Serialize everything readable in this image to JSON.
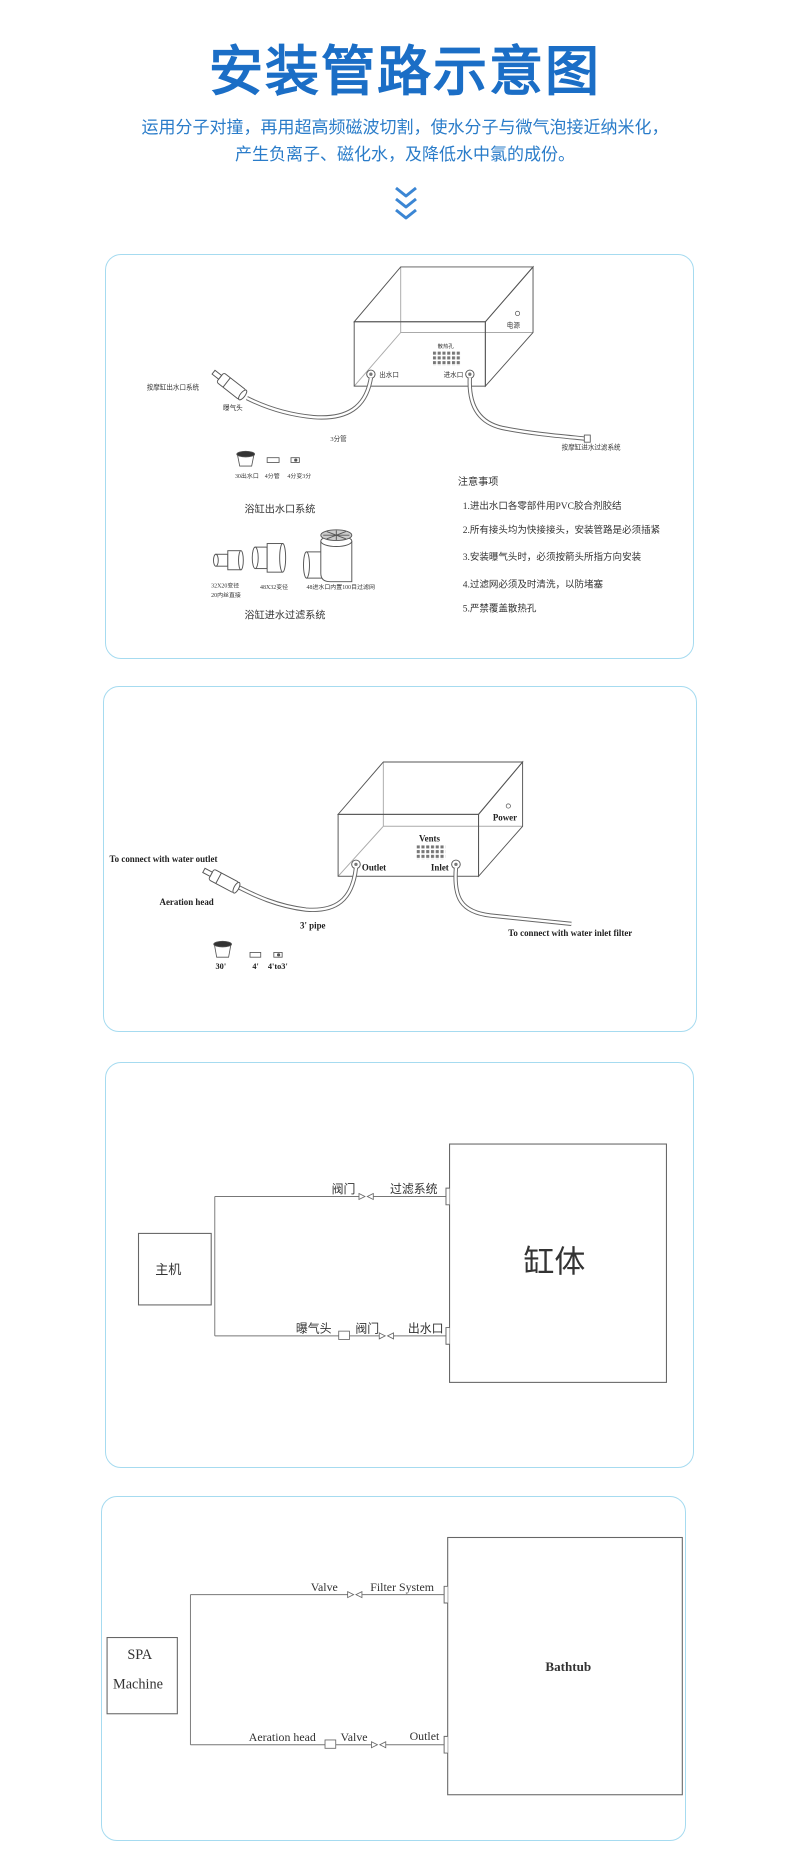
{
  "colors": {
    "accent": "#1b6ec6",
    "subtitle": "#2a7cc9",
    "panel_border": "#a6dbf0"
  },
  "icons": {
    "scroll_hint": "triple-chevron-down-icon",
    "valve": "valve-icon"
  },
  "header": {
    "title": "安装管路示意图",
    "subtitle_lines": [
      "运用分子对撞，再用超高频磁波切割，使水分子与微气泡接近纳米化，",
      "产生负离子、磁化水，及降低水中氯的成份。"
    ]
  },
  "diagram_cn": {
    "power_label": "电源",
    "vents_label": "散热孔",
    "outlet_label": "出水口",
    "inlet_label": "进水口",
    "outlet_system_label": "按摩缸出水口系统",
    "aeration_head_label": "曝气头",
    "pipe_label": "3分管",
    "inlet_filter_label": "按摩缸进水过滤系统",
    "outlet_parts": [
      "30出水口",
      "4分管",
      "4分变3分"
    ],
    "outlet_system_title": "浴缸出水口系统",
    "inlet_parts": [
      "32X20变径",
      "20内丝直接",
      "48X32变径",
      "48进水口内置100目过滤网"
    ],
    "inlet_system_title": "浴缸进水过滤系统",
    "notes_title": "注意事项",
    "notes": [
      "1.进出水口各零部件用PVC胶合剂胶结",
      "2.所有接头均为快接接头，安装管路是必须插紧",
      "3.安装曝气头时，必须按箭头所指方向安装",
      "4.过滤网必须及时清洗，以防堵塞",
      "5.严禁覆盖散热孔"
    ]
  },
  "diagram_en": {
    "power_label": "Power",
    "vents_label": "Vents",
    "outlet_label": "Outlet",
    "inlet_label": "Inlet",
    "outlet_connect_label": "To connect with water outlet",
    "aeration_head_label": "Aeration head",
    "pipe_label": "3' pipe",
    "inlet_connect_label": "To connect with water inlet filter",
    "parts": [
      "30'",
      "4'",
      "4'to3'"
    ]
  },
  "piping_cn": {
    "host": "主机",
    "tank": "缸体",
    "top": {
      "valve": "阀门",
      "filter": "过滤系统"
    },
    "bottom": {
      "aeration": "曝气头",
      "valve": "阀门",
      "outlet": "出水口"
    }
  },
  "piping_en": {
    "host_lines": [
      "SPA",
      "Machine"
    ],
    "tank": "Bathtub",
    "top": {
      "valve": "Valve",
      "filter": "Filter System"
    },
    "bottom": {
      "aeration": "Aeration head",
      "valve": "Valve",
      "outlet": "Outlet"
    }
  }
}
